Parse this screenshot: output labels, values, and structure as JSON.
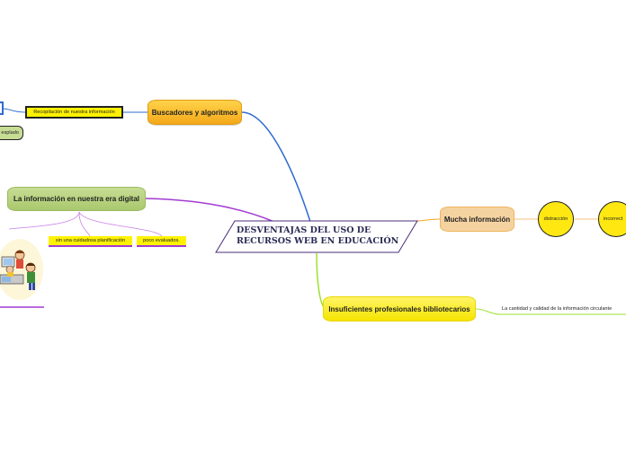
{
  "map": {
    "center": {
      "line1": "DESVENTAJAS DEL USO DE",
      "line2": "RECURSOS WEB EN EDUCACIÓN"
    },
    "topics": {
      "buscadores": "Buscadores y algoritmos",
      "era_digital": "La información en nuestra era digital",
      "mucha_info": "Mucha información",
      "insuficientes": "Insuficientes profesionales bibliotecarios"
    },
    "subtopics": {
      "recopilacion": "Recopilación de nuestra información",
      "desplado": "esplado",
      "sin_planificacion": "sin una cuidadosa planificación",
      "poco_evaluados": "poco  evaluados.",
      "distraccion": "distracción",
      "incorrecta": "incorrect",
      "calidad": "La cantidad y calidad de la información circulante"
    },
    "colors": {
      "blue_branch": "#2f6bd0",
      "purple_branch": "#a23ad1",
      "orange_branch": "#f5a623",
      "green_branch": "#9be22e",
      "center_border": "#4b2d7a"
    }
  }
}
